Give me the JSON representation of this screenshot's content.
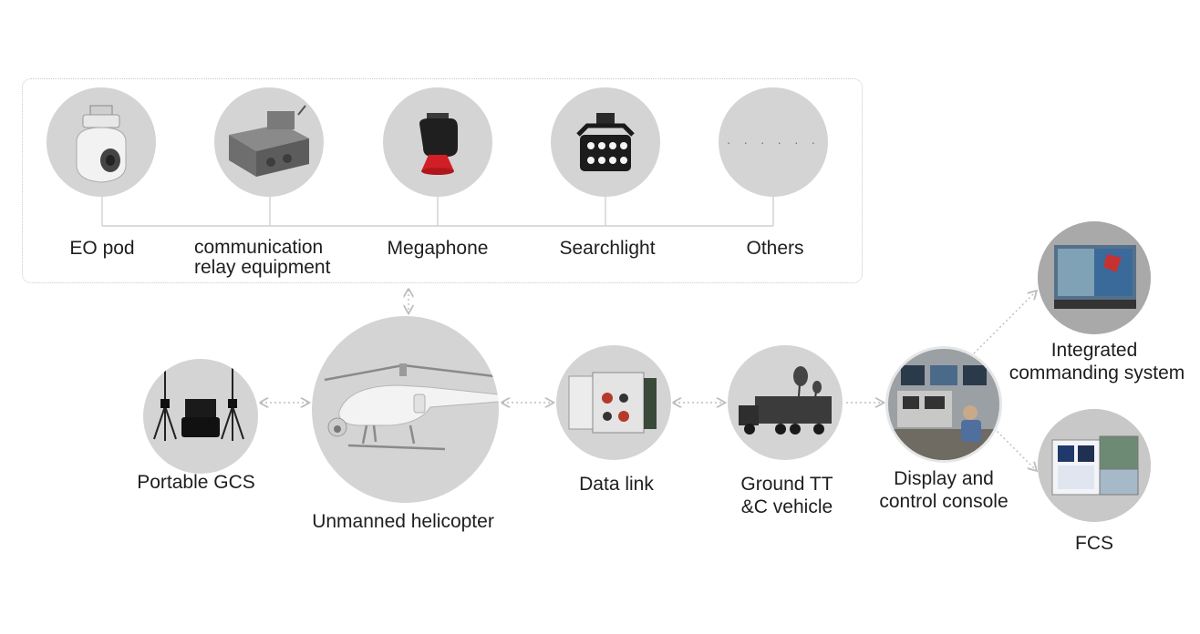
{
  "payloads": {
    "eo_pod": "EO pod",
    "relay_line1": "communication",
    "relay_line2": "relay equipment",
    "megaphone": "Megaphone",
    "searchlight": "Searchlight",
    "others": "Others",
    "others_placeholder": "· · · · · ·"
  },
  "chain": {
    "portable_gcs": "Portable GCS",
    "helicopter": "Unmanned helicopter",
    "data_link": "Data link",
    "vehicle_line1": "Ground TT",
    "vehicle_line2": "&C vehicle",
    "console_line1": "Display and",
    "console_line2": "control console",
    "ics_line1": "Integrated",
    "ics_line2": "commanding system",
    "fcs": "FCS"
  },
  "colors": {
    "node_fill": "#d4d4d4",
    "connector": "#c8c8c8",
    "arrow": "#bdbdbd",
    "megaphone_accent": "#d11f26"
  }
}
